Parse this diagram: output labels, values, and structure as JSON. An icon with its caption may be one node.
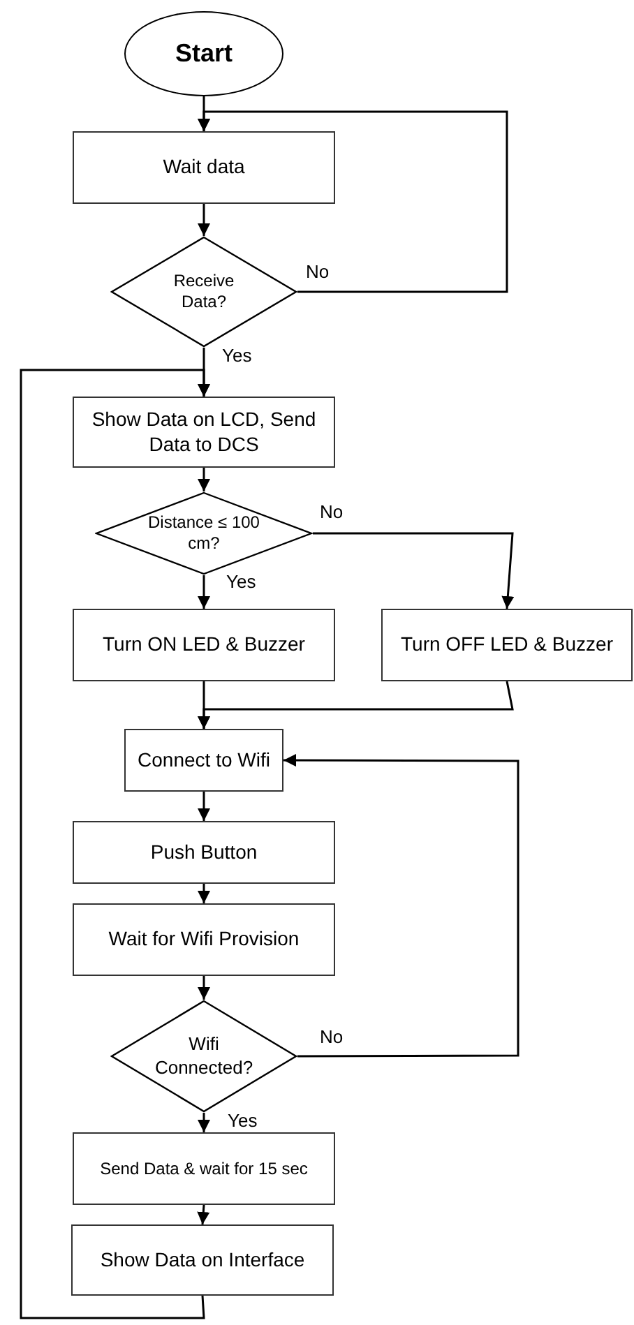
{
  "diagram": {
    "nodes": [
      {
        "text": [
          "Start"
        ]
      },
      {
        "text": [
          "Wait data"
        ]
      },
      {
        "text": [
          "Receive Data?"
        ]
      },
      {
        "text": [
          "Show Data on LCD, Send Data to DCS"
        ]
      },
      {
        "text": [
          "Distance ≤ 100 cm?"
        ]
      },
      {
        "text": [
          "Turn ON LED & Buzzer"
        ]
      },
      {
        "text": [
          "Turn OFF LED & Buzzer"
        ]
      },
      {
        "text": [
          "Connect to Wifi"
        ]
      },
      {
        "text": [
          "Push Button"
        ]
      },
      {
        "text": [
          "Wait for Wifi Provision"
        ]
      },
      {
        "text": [
          "Wifi Connected?"
        ]
      },
      {
        "text": [
          "Send Data & wait for 15 sec"
        ]
      },
      {
        "text": [
          "Show Data on Interface"
        ]
      }
    ],
    "edges": [
      {
        "from": 0,
        "to": 1,
        "arrow": "to"
      },
      {
        "from": 1,
        "to": 2,
        "arrow": "to"
      },
      {
        "from": 2,
        "to": 1,
        "arrow": "to",
        "label": "No"
      },
      {
        "from": 2,
        "to": 3,
        "arrow": "to",
        "label": "Yes"
      },
      {
        "from": 3,
        "to": 4,
        "arrow": "to"
      },
      {
        "from": 4,
        "to": 5,
        "arrow": "to",
        "label": "Yes"
      },
      {
        "from": 4,
        "to": 6,
        "arrow": "to",
        "label": "No"
      },
      {
        "from": 5,
        "to": 7,
        "arrow": "to"
      },
      {
        "from": 6,
        "to": 7,
        "arrow": "to"
      },
      {
        "from": 7,
        "to": 8,
        "arrow": "to"
      },
      {
        "from": 8,
        "to": 9,
        "arrow": "to"
      },
      {
        "from": 9,
        "to": 10,
        "arrow": "to"
      },
      {
        "from": 10,
        "to": 7,
        "arrow": "to",
        "label": "No"
      },
      {
        "from": 10,
        "to": 11,
        "arrow": "to",
        "label": "Yes"
      },
      {
        "from": 11,
        "to": 12,
        "arrow": "to"
      },
      {
        "from": 12,
        "to": 3,
        "arrow": "to"
      }
    ]
  }
}
